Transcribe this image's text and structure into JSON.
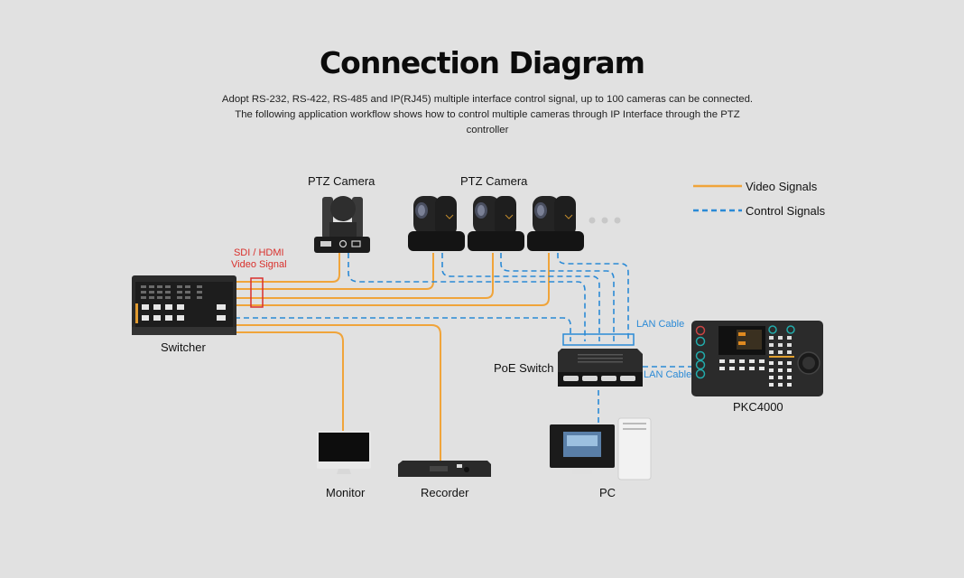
{
  "title": "Connection Diagram",
  "subtitle": "Adopt RS-232, RS-422, RS-485 and IP(RJ45) multiple interface control signal, up to 100 cameras can be connected. The following application workflow shows how to control multiple cameras through IP Interface through the PTZ controller",
  "colors": {
    "background": "#e1e1e1",
    "video_signal": "#f0a43a",
    "control_signal": "#2b8ad6",
    "bundle_marker": "#d9302c"
  },
  "legend": [
    {
      "label": "Video Signals",
      "style": "solid",
      "color": "#f0a43a"
    },
    {
      "label": "Control Signals",
      "style": "dashed",
      "color": "#2b8ad6"
    }
  ],
  "devices": {
    "ptz_camera_single": {
      "label": "PTZ Camera"
    },
    "ptz_camera_group": {
      "label": "PTZ Camera",
      "more_indicator": "• • •"
    },
    "switcher": {
      "label": "Switcher"
    },
    "poe_switch": {
      "label": "PoE Switch"
    },
    "controller": {
      "label": "PKC4000"
    },
    "monitor": {
      "label": "Monitor"
    },
    "recorder": {
      "label": "Recorder"
    },
    "pc": {
      "label": "PC"
    }
  },
  "annotations": {
    "video_bundle": "SDI / HDMI\nVideo Signal",
    "video_bundle_line1": "SDI / HDMI",
    "video_bundle_line2": "Video Signal",
    "lan_cable_top": "LAN Cable",
    "lan_cable_right": "LAN Cable"
  },
  "connections": [
    {
      "from": "ptz_camera_1",
      "to": "switcher",
      "type": "video"
    },
    {
      "from": "ptz_camera_2",
      "to": "switcher",
      "type": "video"
    },
    {
      "from": "ptz_camera_3",
      "to": "switcher",
      "type": "video"
    },
    {
      "from": "ptz_camera_4",
      "to": "switcher",
      "type": "video"
    },
    {
      "from": "switcher",
      "to": "monitor",
      "type": "video"
    },
    {
      "from": "switcher",
      "to": "recorder",
      "type": "video"
    },
    {
      "from": "ptz_camera_1",
      "to": "poe_switch",
      "type": "control"
    },
    {
      "from": "ptz_camera_2",
      "to": "poe_switch",
      "type": "control"
    },
    {
      "from": "ptz_camera_3",
      "to": "poe_switch",
      "type": "control"
    },
    {
      "from": "ptz_camera_4",
      "to": "poe_switch",
      "type": "control"
    },
    {
      "from": "switcher",
      "to": "poe_switch",
      "type": "control"
    },
    {
      "from": "poe_switch",
      "to": "controller",
      "type": "control"
    },
    {
      "from": "poe_switch",
      "to": "pc",
      "type": "control"
    }
  ]
}
